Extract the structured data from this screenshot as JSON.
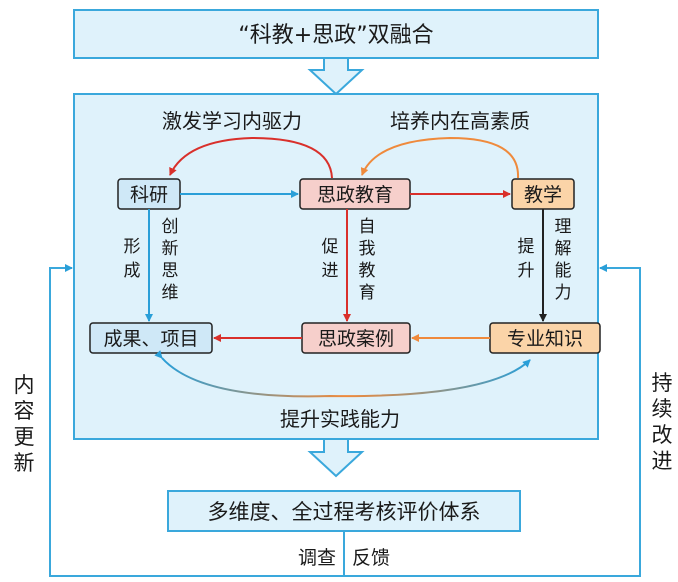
{
  "title": "“科教+思政”双融合",
  "nodes": {
    "research": "科研",
    "ideological_education": "思政教育",
    "teaching": "教学",
    "achievements": "成果、项目",
    "ideological_cases": "思政案例",
    "professional_knowledge": "专业知识"
  },
  "top_labels": {
    "inspire": "激发学习内驱力",
    "cultivate": "培养内在高素质"
  },
  "vertical_labels": {
    "form": "形成",
    "innovative_thinking": "创新思维",
    "promote": "促进",
    "self_education": "自我教育",
    "improve": "提升",
    "understanding": "理解能力"
  },
  "bottom_arc_label": "提升实践能力",
  "evaluation": "多维度、全过程考核评价体系",
  "feedback": {
    "survey": "调查",
    "feedback": "反馈"
  },
  "side_labels": {
    "left": "内容更新",
    "right": "持续改进"
  },
  "colors": {
    "box_blue_fill": "#dff2fb",
    "box_blue_stroke": "#3aa8dc",
    "node_blue": "#cfe8f7",
    "node_pink": "#f6cfcb",
    "node_orange": "#fbd4a8",
    "arrow_red": "#d9302b",
    "arrow_orange": "#ef8a3c",
    "arrow_blue": "#2a9fd8",
    "arrow_black": "#222222"
  }
}
